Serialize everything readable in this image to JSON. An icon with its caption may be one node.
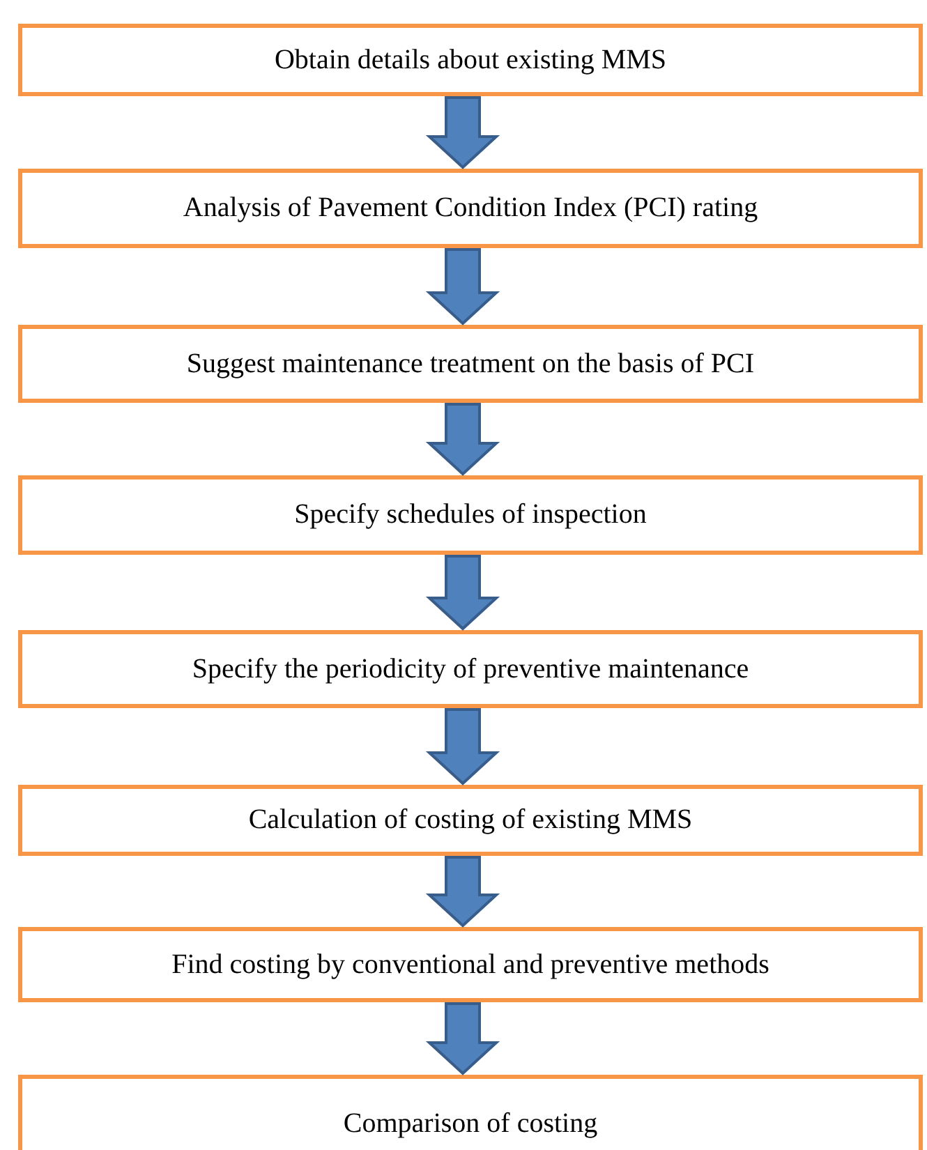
{
  "diagram": {
    "nodes": [
      {
        "text": [
          "Obtain details about existing MMS"
        ]
      },
      {
        "text": [
          "Analysis of Pavement Condition Index (PCI) rating"
        ]
      },
      {
        "text": [
          "Suggest maintenance treatment on the basis of PCI"
        ]
      },
      {
        "text": [
          "Specify schedules of inspection"
        ]
      },
      {
        "text": [
          "Specify the periodicity of preventive maintenance"
        ]
      },
      {
        "text": [
          "Calculation of costing of existing MMS"
        ]
      },
      {
        "text": [
          "Find costing by conventional and preventive methods"
        ]
      },
      {
        "text": [
          "Comparison of costing"
        ]
      }
    ],
    "edges": [
      {
        "from": 0,
        "to": 1,
        "arrow": "to"
      },
      {
        "from": 1,
        "to": 2,
        "arrow": "to"
      },
      {
        "from": 2,
        "to": 3,
        "arrow": "to"
      },
      {
        "from": 3,
        "to": 4,
        "arrow": "to"
      },
      {
        "from": 4,
        "to": 5,
        "arrow": "to"
      },
      {
        "from": 5,
        "to": 6,
        "arrow": "to"
      },
      {
        "from": 6,
        "to": 7,
        "arrow": "to"
      }
    ]
  }
}
